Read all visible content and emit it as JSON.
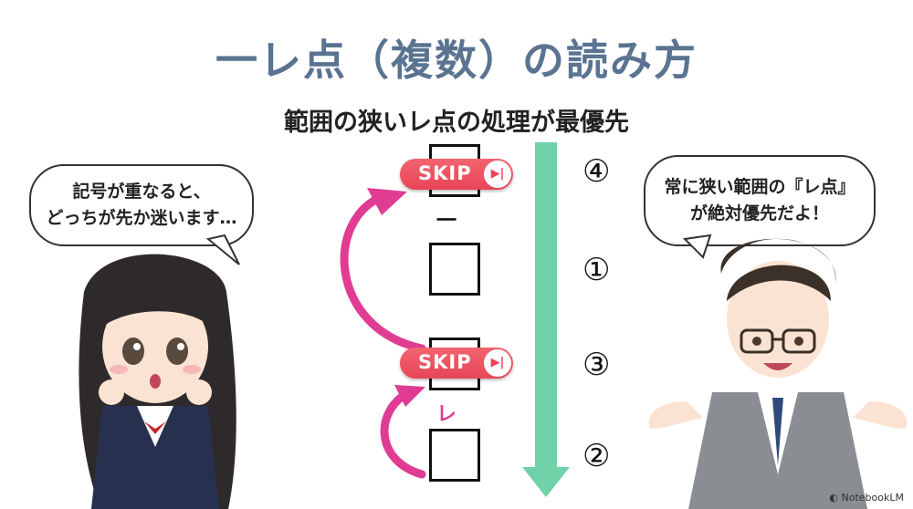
{
  "title": "一レ点（複数）の読み方",
  "subtitle": "範囲の狭いレ点の処理が最優先",
  "left_bubble": {
    "line1": "記号が重なると、",
    "line2": "どっちが先か迷います…"
  },
  "right_bubble": {
    "line1": "常に狭い範囲の『レ点』",
    "line2": "が絶対優先だよ！"
  },
  "skip_label": "SKIP",
  "marks": {
    "ichi": "一",
    "re": "レ"
  },
  "order_numbers": [
    "④",
    "①",
    "③",
    "②"
  ],
  "logo": "NotebookLM",
  "colors": {
    "title": "#5a7391",
    "arrow": "#6fd2a8",
    "curve_arrow": "#e03c93",
    "skip": "#e84557",
    "re_mark": "#e03c93"
  },
  "icons": [
    "skip-forward-icon",
    "curved-arrow-icon",
    "down-arrow-icon",
    "girl-illustration",
    "boy-illustration",
    "notebook-logo-icon"
  ]
}
